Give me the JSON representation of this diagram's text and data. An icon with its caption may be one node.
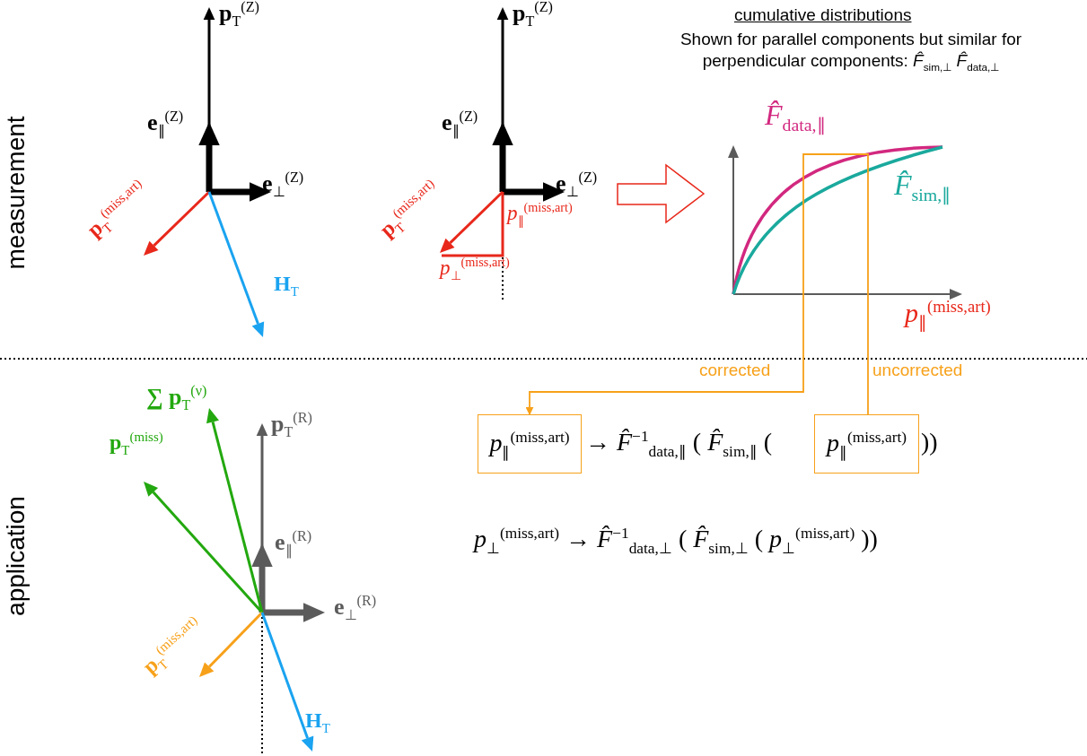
{
  "diagram": {
    "nodes": [
      {
        "text": [
          "*p*$_{∥}$$^{(miss,art)}$"
        ]
      },
      {
        "text": [
          "*p*$_{∥}$$^{(miss,art)}$"
        ]
      }
    ],
    "edges": [
      {
        "from": 1,
        "to": 0,
        "arrow": "to",
        "color": "#f7a11a"
      }
    ],
    "labels": [
      "measurement",
      "p$_{T}$$^{(Z)}$",
      "p$_{T}$$^{(Z)}$",
      "cumulative distributions",
      "Shown for parallel components but similar for perpendicular components: *F̂*$_{sim,⊥}$ *F̂*$_{data,⊥}$",
      "e$_{∥}$$^{(Z)}$",
      "e$_{∥}$$^{(Z)}$",
      "*F̂*$_{data,∥}$",
      "e$_{⊥}$$^{(Z)}$",
      "e$_{⊥}$$^{(Z)}$",
      "*F̂*$_{sim,∥}$",
      "*p*$_{∥}$$^{(miss,art)}$",
      "p$_{T}$$^{(miss,art)}$",
      "p$_{T}$$^{(miss,art)}$",
      "*p*$_{⊥}$$^{(miss,art)}$",
      "H$_{T}$",
      "*p*$_{∥}$$^{(miss,art)}$",
      "corrected",
      "uncorrected",
      "application",
      "∑ p$_{T}$$^{(ν)}$",
      "p$_{T}$$^{(R)}$",
      "p$_{T}$$^{(miss)}$",
      "→ *F̂*$^{−1}$$_{data,∥}$ ( *F̂*$_{sim,∥}$ (",
      "e$_{∥}$$^{(R)}$",
      "))",
      "*p*$_{⊥}$$^{(miss,art)}$ → *F̂*$^{−1}$$_{data,⊥}$ ( *F̂*$_{sim,⊥}$ ( *p*$_{⊥}$$^{(miss,art)}$ ))",
      "e$_{⊥}$$^{(R)}$",
      "p$_{T}$$^{(miss,art)}$",
      "H$_{T}$"
    ]
  }
}
